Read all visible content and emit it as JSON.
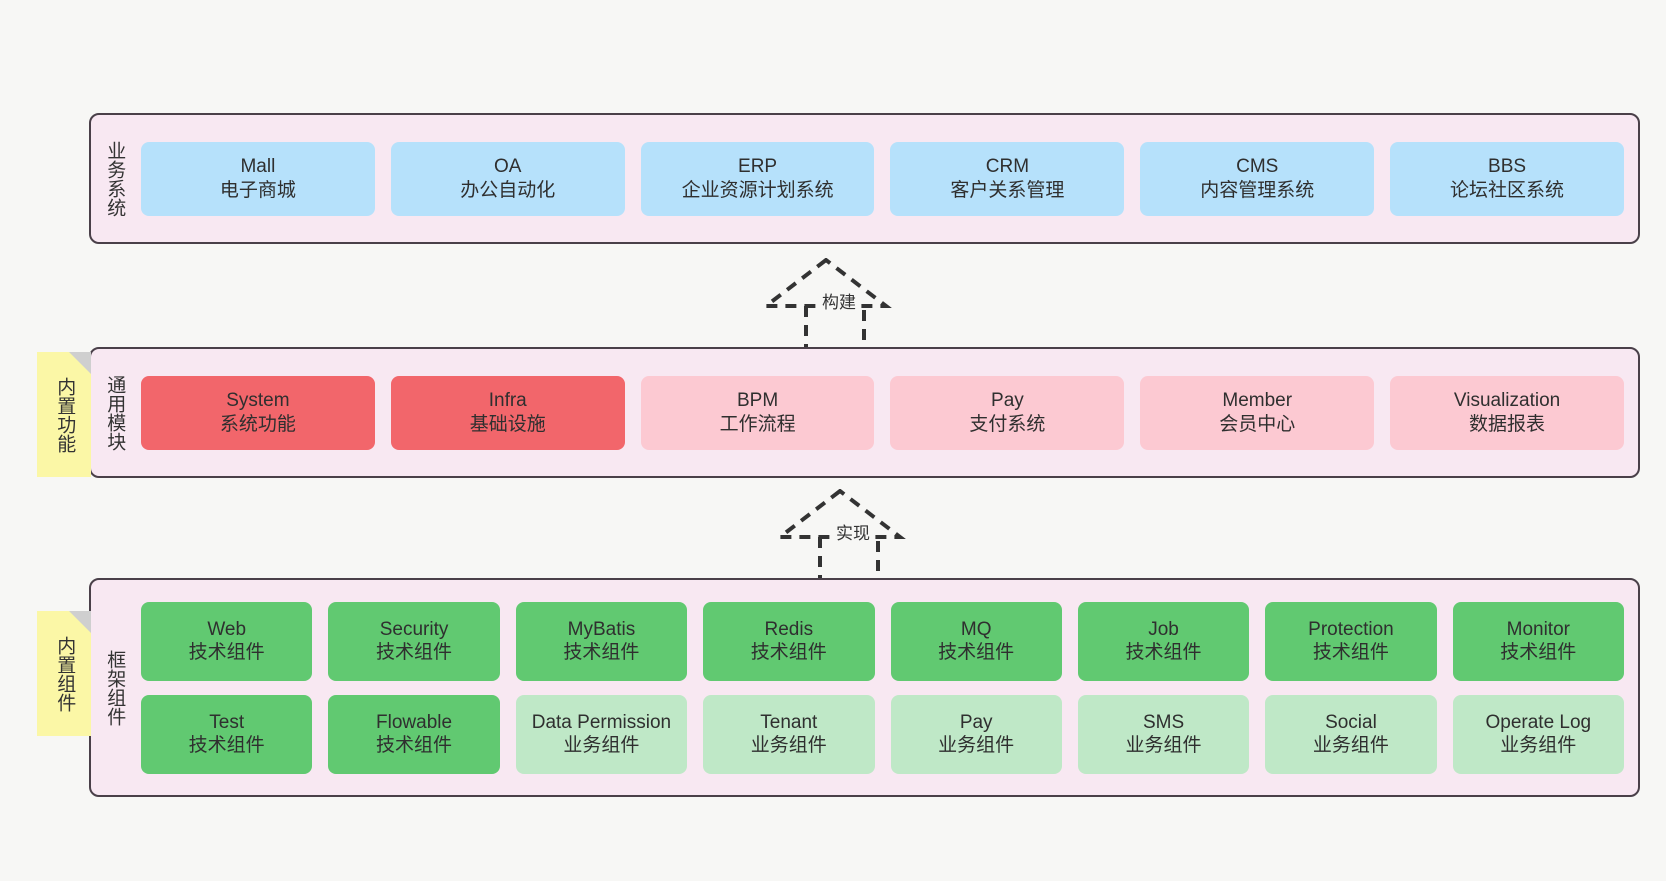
{
  "diagram": {
    "background": "#f7f7f5",
    "layer_fill": "#f8e8f2",
    "layer_border": "#4a4049",
    "note_fill": "#fbf7a6"
  },
  "layers": [
    {
      "id": "business",
      "title": "业务系统",
      "rows": [
        {
          "cards": [
            {
              "name": "Mall",
              "sub": "电子商城",
              "color": "#b6e1fb",
              "style": "c-blue"
            },
            {
              "name": "OA",
              "sub": "办公自动化",
              "color": "#b6e1fb",
              "style": "c-blue"
            },
            {
              "name": "ERP",
              "sub": "企业资源计划系统",
              "color": "#b6e1fb",
              "style": "c-blue"
            },
            {
              "name": "CRM",
              "sub": "客户关系管理",
              "color": "#b6e1fb",
              "style": "c-blue"
            },
            {
              "name": "CMS",
              "sub": "内容管理系统",
              "color": "#b6e1fb",
              "style": "c-blue"
            },
            {
              "name": "BBS",
              "sub": "论坛社区系统",
              "color": "#b6e1fb",
              "style": "c-blue"
            }
          ]
        }
      ]
    },
    {
      "id": "modules",
      "title": "通用模块",
      "note": "内置功能",
      "rows": [
        {
          "cards": [
            {
              "name": "System",
              "sub": "系统功能",
              "color": "#f2666b",
              "style": "c-red"
            },
            {
              "name": "Infra",
              "sub": "基础设施",
              "color": "#f2666b",
              "style": "c-red"
            },
            {
              "name": "BPM",
              "sub": "工作流程",
              "color": "#fcc9d2",
              "style": "c-pink"
            },
            {
              "name": "Pay",
              "sub": "支付系统",
              "color": "#fcc9d2",
              "style": "c-pink"
            },
            {
              "name": "Member",
              "sub": "会员中心",
              "color": "#fcc9d2",
              "style": "c-pink"
            },
            {
              "name": "Visualization",
              "sub": "数据报表",
              "color": "#fcc9d2",
              "style": "c-pink"
            }
          ]
        }
      ]
    },
    {
      "id": "frame",
      "title": "框架组件",
      "note": "内置组件",
      "rows": [
        {
          "cards": [
            {
              "name": "Web",
              "sub": "技术组件",
              "color": "#61c971",
              "style": "c-green"
            },
            {
              "name": "Security",
              "sub": "技术组件",
              "color": "#61c971",
              "style": "c-green"
            },
            {
              "name": "MyBatis",
              "sub": "技术组件",
              "color": "#61c971",
              "style": "c-green"
            },
            {
              "name": "Redis",
              "sub": "技术组件",
              "color": "#61c971",
              "style": "c-green"
            },
            {
              "name": "MQ",
              "sub": "技术组件",
              "color": "#61c971",
              "style": "c-green"
            },
            {
              "name": "Job",
              "sub": "技术组件",
              "color": "#61c971",
              "style": "c-green"
            },
            {
              "name": "Protection",
              "sub": "技术组件",
              "color": "#61c971",
              "style": "c-green"
            },
            {
              "name": "Monitor",
              "sub": "技术组件",
              "color": "#61c971",
              "style": "c-green"
            }
          ]
        },
        {
          "cards": [
            {
              "name": "Test",
              "sub": "技术组件",
              "color": "#61c971",
              "style": "c-green"
            },
            {
              "name": "Flowable",
              "sub": "技术组件",
              "color": "#61c971",
              "style": "c-green"
            },
            {
              "name": "Data Permission",
              "sub": "业务组件",
              "color": "#bfe8c7",
              "style": "c-lightgreen"
            },
            {
              "name": "Tenant",
              "sub": "业务组件",
              "color": "#bfe8c7",
              "style": "c-lightgreen"
            },
            {
              "name": "Pay",
              "sub": "业务组件",
              "color": "#bfe8c7",
              "style": "c-lightgreen"
            },
            {
              "name": "SMS",
              "sub": "业务组件",
              "color": "#bfe8c7",
              "style": "c-lightgreen"
            },
            {
              "name": "Social",
              "sub": "业务组件",
              "color": "#bfe8c7",
              "style": "c-lightgreen"
            },
            {
              "name": "Operate Log",
              "sub": "业务组件",
              "color": "#bfe8c7",
              "style": "c-lightgreen"
            }
          ]
        }
      ]
    }
  ],
  "arrows": [
    {
      "id": "build",
      "label": "构建",
      "from": "modules",
      "to": "business",
      "style": "dashed-generalization"
    },
    {
      "id": "impl",
      "label": "实现",
      "from": "frame",
      "to": "modules",
      "style": "dashed-generalization"
    }
  ]
}
